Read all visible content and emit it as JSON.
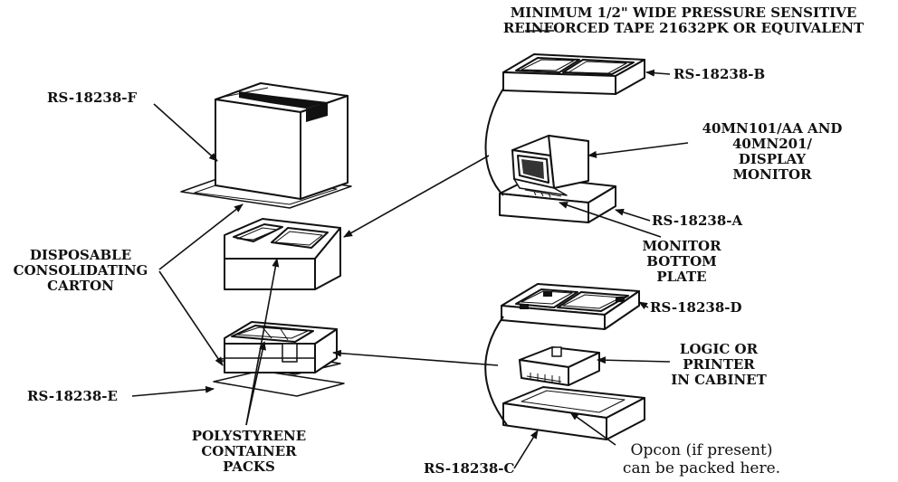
{
  "labels": {
    "tape_line1": "MINIMUM 1/2\" WIDE PRESSURE SENSITIVE",
    "tape_line2": "REINFORCED TAPE 21632PK OR EQUIVALENT",
    "rs_f": "RS-18238-F",
    "rs_b": "RS-18238-B",
    "monitor_line1": "40MN101/AA AND",
    "monitor_line2": "40MN201/",
    "monitor_line3": "DISPLAY",
    "monitor_line4": "MONITOR",
    "rs_a": "RS-18238-A",
    "bottom_line1": "MONITOR",
    "bottom_line2": "BOTTOM",
    "bottom_line3": "PLATE",
    "carton_line1": "DISPOSABLE",
    "carton_line2": "CONSOLIDATING",
    "carton_line3": "CARTON",
    "rs_d": "RS-18238-D",
    "logic_line1": "LOGIC OR",
    "logic_line2": "PRINTER",
    "logic_line3": "IN CABINET",
    "rs_e": "RS-18238-E",
    "poly_line1": "POLYSTYRENE",
    "poly_line2": "CONTAINER",
    "poly_line3": "PACKS",
    "rs_c": "RS-18238-C",
    "opcon_line1": "Opcon (if present)",
    "opcon_line2": "can be packed here."
  }
}
